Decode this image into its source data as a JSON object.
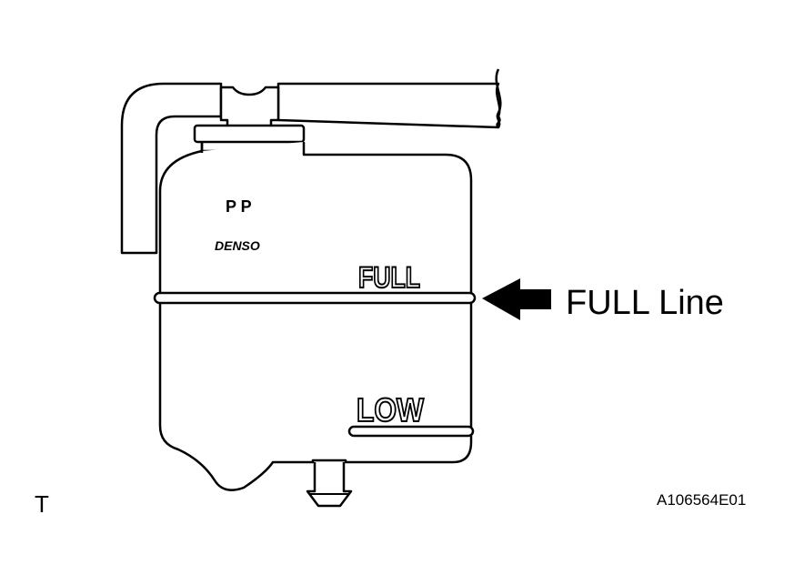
{
  "diagram": {
    "label_pp": "P P",
    "brand_logo": "DENSO",
    "mark_full": "FULL",
    "mark_low": "LOW",
    "callout_label": "FULL Line",
    "corner_letter": "T",
    "figure_id": "A106564E01",
    "line_color": "#000000",
    "fill_color": "#ffffff",
    "arrow_icon": "arrow-left-icon"
  }
}
